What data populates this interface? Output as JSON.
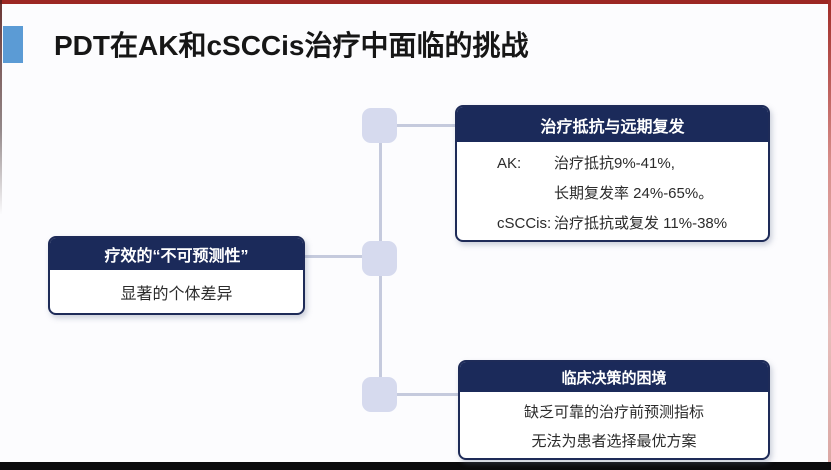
{
  "slide": {
    "title": "PDT在AK和cSCCis治疗中面临的挑战"
  },
  "colors": {
    "header_navy": "#1b2a5a",
    "box_border_navy": "#1e2b58",
    "title_square_blue": "#5b9bd5",
    "top_bar_red": "#9c2723",
    "right_edge_red": "#c47a77",
    "connector_node_lavender": "#d6daee",
    "connector_line_gray": "#c5cadd",
    "bottom_bar_black": "#0b0b0d"
  },
  "boxes": {
    "left": {
      "header": "疗效的“不可预测性”",
      "body": "显著的个体差异"
    },
    "top_right": {
      "header": "治疗抵抗与远期复发",
      "rows": [
        {
          "label": "AK:",
          "text": "治疗抵抗9%-41%,"
        },
        {
          "label": "",
          "text": "长期复发率 24%-65%。"
        },
        {
          "label": "cSCCis:",
          "text": "治疗抵抗或复发 11%-38%"
        }
      ]
    },
    "bottom_right": {
      "header": "临床决策的困境",
      "lines": [
        "缺乏可靠的治疗前预测指标",
        "无法为患者选择最优方案"
      ]
    }
  }
}
